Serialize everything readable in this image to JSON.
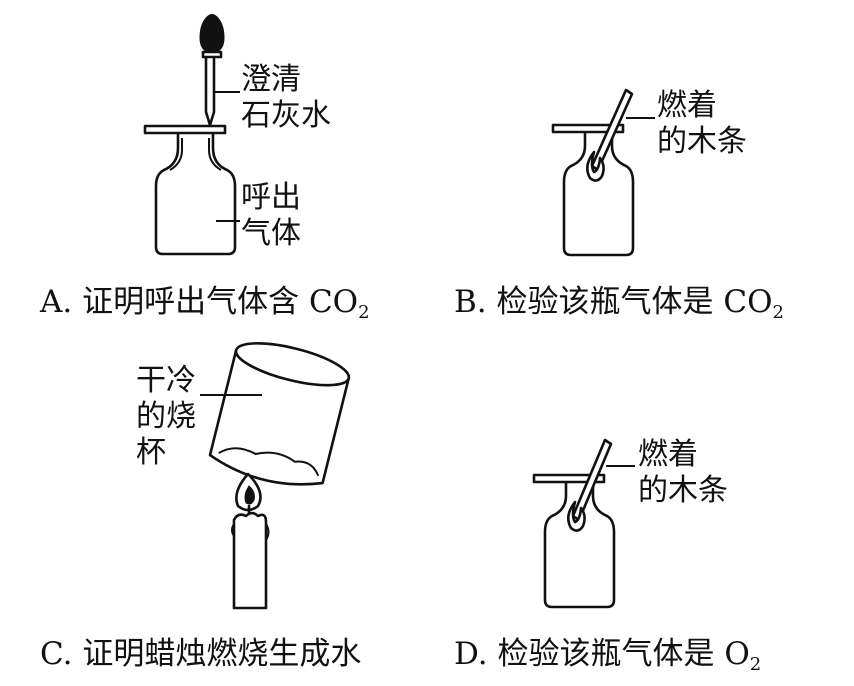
{
  "panels": [
    {
      "id": "A",
      "labels": [
        "澄清\n石灰水",
        "呼出\n气体"
      ],
      "caption": {
        "letter": "A.",
        "text": "证明呼出气体含 CO",
        "sub": "2"
      }
    },
    {
      "id": "B",
      "labels": [
        "燃着\n的木条"
      ],
      "caption": {
        "letter": "B.",
        "text": "检验该瓶气体是 CO",
        "sub": "2"
      }
    },
    {
      "id": "C",
      "labels": [
        "干冷\n的烧\n杯"
      ],
      "caption": {
        "letter": "C.",
        "text": "证明蜡烛燃烧生成水",
        "sub": ""
      }
    },
    {
      "id": "D",
      "labels": [
        "燃着\n的木条"
      ],
      "caption": {
        "letter": "D.",
        "text": "检验该瓶气体是 O",
        "sub": "2"
      }
    }
  ]
}
